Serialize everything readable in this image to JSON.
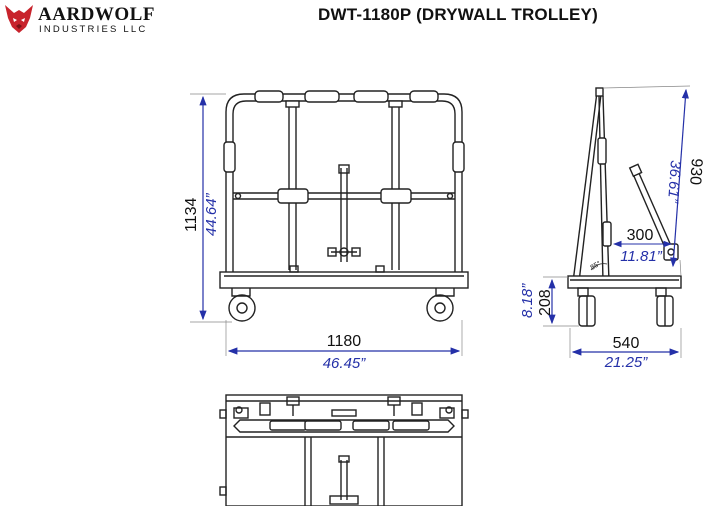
{
  "brand": {
    "name": "AARDWOLF",
    "subtitle": "INDUSTRIES LLC",
    "accent_color": "#c8232c"
  },
  "title": "DWT-1180P (DRYWALL TROLLEY)",
  "dimensions": {
    "front_height_mm": "1134",
    "front_height_in": "44.64”",
    "front_width_mm": "1180",
    "front_width_in": "46.45”",
    "side_height_mm": "930",
    "side_height_in": "36.61”",
    "arm_length_mm": "300",
    "arm_length_in": "11.81”",
    "deck_height_mm": "208",
    "deck_height_in": "8.18”",
    "side_depth_mm": "540",
    "side_depth_in": "21.25”",
    "angle": "85°"
  },
  "colors": {
    "line": "#222222",
    "dimension_blue": "#2430a8"
  }
}
